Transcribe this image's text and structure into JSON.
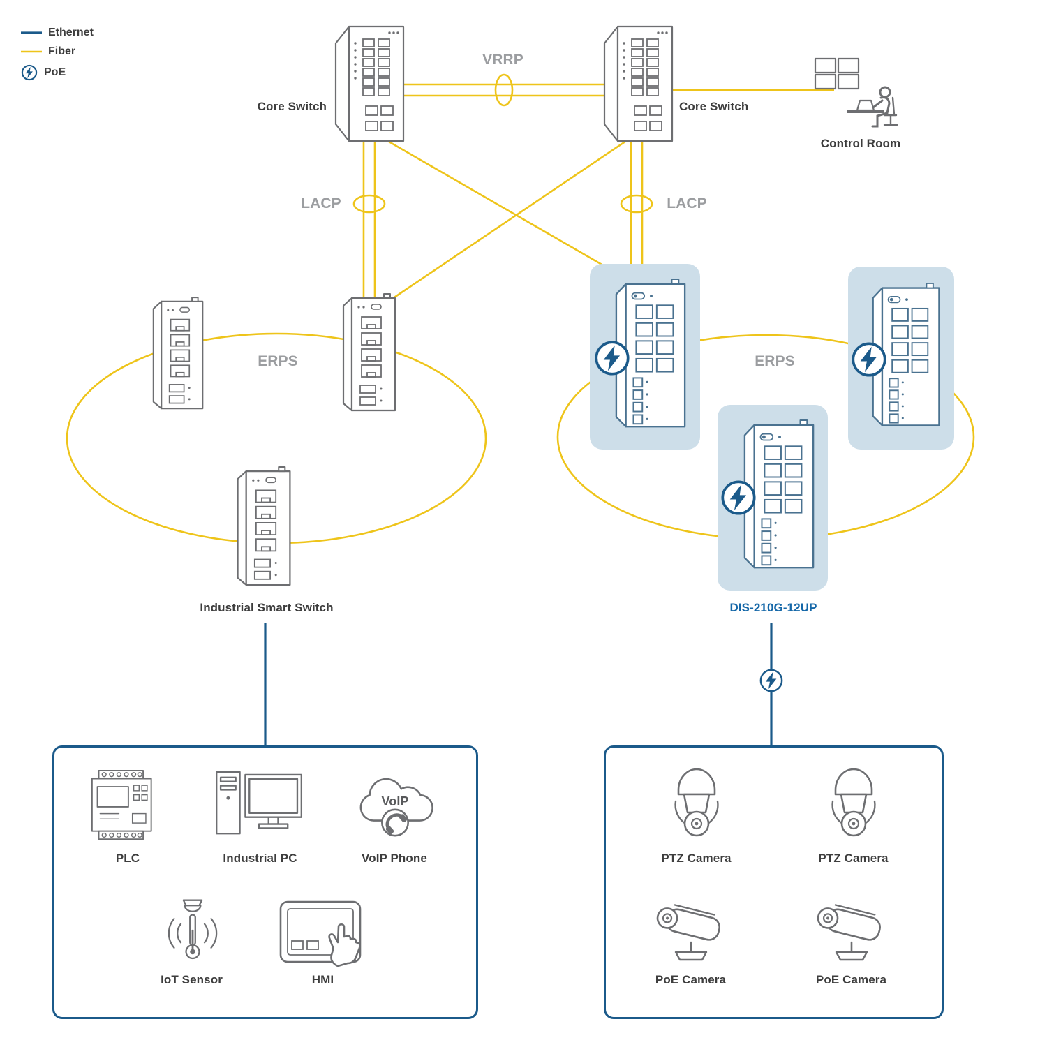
{
  "colors": {
    "ethernet": "#1b5a8a",
    "fiber": "#eec41a",
    "label_gray": "#9b9da0",
    "text_dark": "#3d3d3d",
    "highlight_box": "#cddee9",
    "model_blue": "#1467a8",
    "switch_gray": "#6d6e71",
    "dis_outline": "#4a7290",
    "cloud_text": "#58595b"
  },
  "legend": {
    "items": [
      {
        "label": "Ethernet",
        "swatch": "ethernet-line"
      },
      {
        "label": "Fiber",
        "swatch": "fiber-line"
      },
      {
        "label": "PoE",
        "swatch": "poe-badge"
      }
    ]
  },
  "nodes": {
    "core_switch_left": {
      "label": "Core Switch"
    },
    "core_switch_right": {
      "label": "Core Switch"
    },
    "control_room": {
      "label": "Control Room"
    },
    "industrial_smart_switch": {
      "label": "Industrial Smart Switch"
    },
    "dis_switch": {
      "label": "DIS-210G-12UP"
    }
  },
  "links": {
    "vrrp": "VRRP",
    "lacp_left": "LACP",
    "lacp_right": "LACP",
    "erps_left": "ERPS",
    "erps_right": "ERPS"
  },
  "groups": {
    "ethernet_devices": {
      "items": [
        {
          "label": "PLC"
        },
        {
          "label": "Industrial PC"
        },
        {
          "label": "VoIP Phone",
          "cloud_text": "VoIP"
        },
        {
          "label": "IoT Sensor"
        },
        {
          "label": "HMI"
        }
      ]
    },
    "poe_devices": {
      "items": [
        {
          "label": "PTZ Camera"
        },
        {
          "label": "PTZ Camera"
        },
        {
          "label": "PoE Camera"
        },
        {
          "label": "PoE Camera"
        }
      ]
    }
  }
}
